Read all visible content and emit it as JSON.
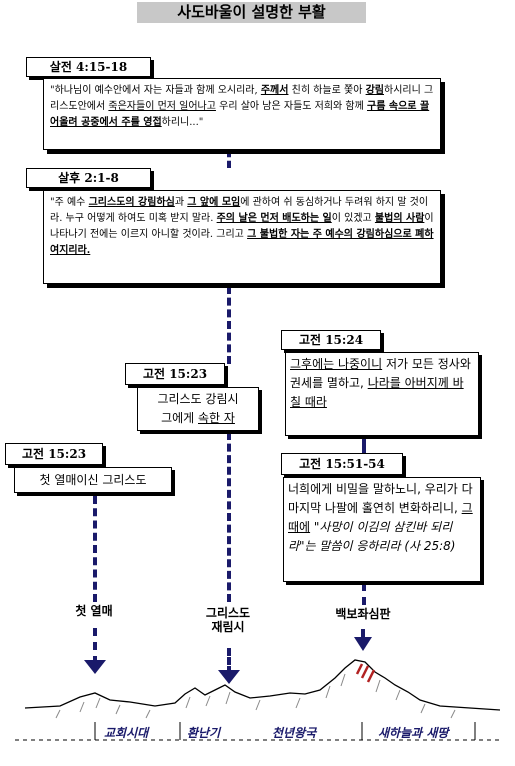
{
  "title": "사도바울이 설명한 부활",
  "thess1": {
    "ref": "살전 4:15-18",
    "p1": "\"하나님이 예수안에서 자는 자들과 함께 오시리라, ",
    "u1": "주께서",
    "p2": " 친히 하늘로 쫓아 ",
    "u2": "강림",
    "p3": "하시리니 그리스도안에서 ",
    "u3": "죽은자들이 먼저 일어나고",
    "p4": " 우리 살아 남은 자들도 저희와 함께 ",
    "u4": "구름 속으로 끌어올려 공중에서 주를 영접",
    "p5": "하리니...\""
  },
  "thess2": {
    "ref": "살후 2:1-8",
    "p1": "\"주 예수 ",
    "u1": "그리스도의 강림하심",
    "p2": "과 ",
    "u2": "그 앞에 모임",
    "p3": "에 관하여 쉬 동심하거나 두려워 하지 말 것이라. 누구 어떻게 하여도 미혹 받지 말라. ",
    "u3": "주의 날은 먼저 배도하는 일",
    "p4": "이 있겠고 ",
    "u4": "불법의 사람",
    "p5": "이 나타나기 전에는 이르지 아니할 것이라. 그리고 ",
    "u5": "그 불법한 자는 주 예수의 강림하심으로 폐하여지리라.",
    "p6": ""
  },
  "cor15_23a": {
    "ref": "고전 15:23",
    "text": "첫 열매이신 그리스도"
  },
  "cor15_23b": {
    "ref": "고전 15:23",
    "line1": "그리스도 강림시",
    "line2a": "그에게 ",
    "line2u": "속한 자"
  },
  "cor15_24": {
    "ref": "고전 15:24",
    "u1": "그후에는 나중이니",
    "t1": " 저가 모든 정사와 권세를 멸하고, ",
    "u2": "나라를 아버지께 바칠 때라"
  },
  "cor15_51": {
    "ref": "고전 15:51-54",
    "t1": "너희에게 비밀을 말하노니, 우리가 다 마지막 나팔에 홀연히 변화하리니, ",
    "u1": "그 때에",
    "t2": " \"사망이 이김의 삼킨바 되리라\"는 말씀이 응하리라 (사 25:8)"
  },
  "markers": {
    "first_fruit": "첫 열매",
    "second_coming_l1": "그리스도",
    "second_coming_l2": "재림시",
    "white_throne": "백보좌심판"
  },
  "eras": {
    "church": "교회시대",
    "tribulation": "환난기",
    "millennium": "천년왕국",
    "new_heaven": "새하늘과 새땅"
  },
  "colors": {
    "dashed_line": "#1a1a6a",
    "peak_accent": "#b22222",
    "title_bg": "#c8c8c8"
  }
}
